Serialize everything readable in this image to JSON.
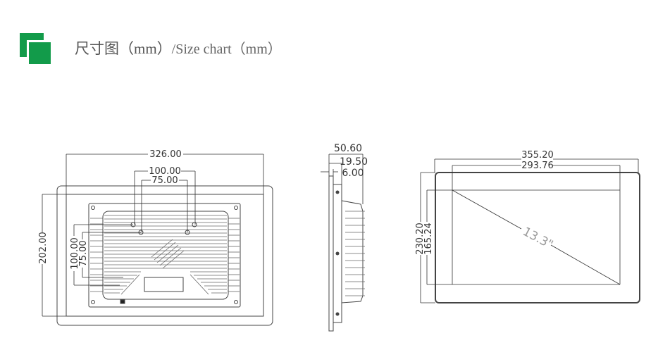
{
  "header": {
    "title_cn": "尺寸图（mm）",
    "title_en": "/Size chart（mm）",
    "accent_color": "#129b4a"
  },
  "views": {
    "rear": {
      "overall_width": "326.00",
      "vesa_outer_h": "100.00",
      "vesa_inner_h": "75.00",
      "overall_height": "202.00",
      "vesa_outer_v": "100.00",
      "vesa_inner_v": "75.00"
    },
    "side": {
      "total_depth": "50.60",
      "body_depth": "19.50",
      "bezel_depth": "6.00"
    },
    "front": {
      "overall_width": "355.20",
      "display_width": "293.76",
      "overall_height": "230.20",
      "display_height": "165.24",
      "diagonal": "13.3\""
    }
  }
}
